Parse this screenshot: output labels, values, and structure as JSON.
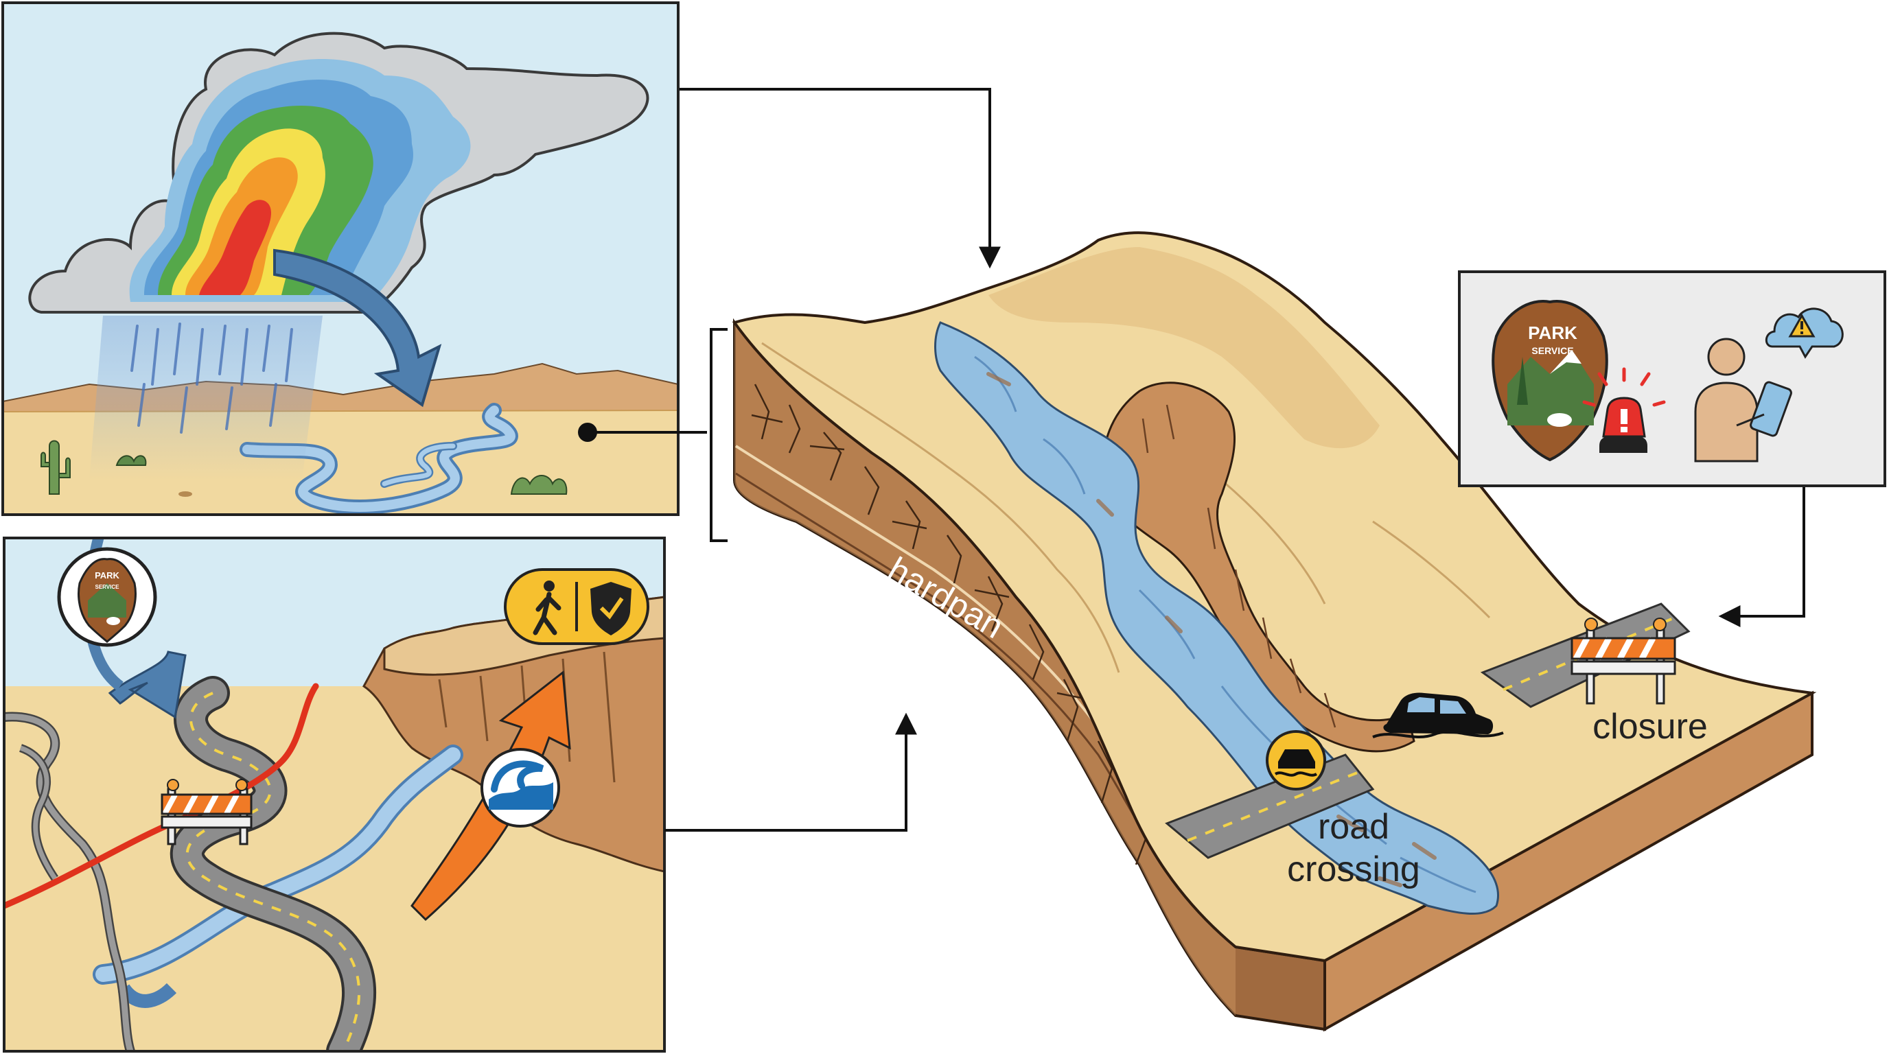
{
  "labels": {
    "layer_left": "hardpan",
    "layer_right": "hardpan",
    "road_crossing_line1": "road",
    "road_crossing_line2": "crossing",
    "closure": "closure"
  },
  "badges": {
    "park_title": "PARK",
    "park_subtitle": "SERVICE",
    "park_title_small": "PARK",
    "park_subtitle_small": "SERVICE"
  },
  "icons": {
    "radar_cloud": "radar-storm-cloud-icon",
    "park_shield": "park-service-shield-icon",
    "alert_beacon": "alert-beacon-icon",
    "ranger_tablet": "person-with-tablet-icon",
    "weather_warning": "cloud-warning-icon",
    "barricade": "road-barricade-icon",
    "flooded_car": "flooded-car-icon",
    "hiker_shield": "hiker-safety-shield-icon",
    "flood_wave": "flood-wave-icon"
  },
  "colors": {
    "sky": "#d6ebf4",
    "sand": "#f1d9a0",
    "rock": "#c98f5c",
    "water": "#93bfe1",
    "road": "#8d8d8d",
    "evacuation_route": "#e0321d",
    "escape_arrow": "#f07a26",
    "flow_arrow": "#4f7fae",
    "badge_yellow": "#f6c02f",
    "alert_red": "#e5302b"
  }
}
